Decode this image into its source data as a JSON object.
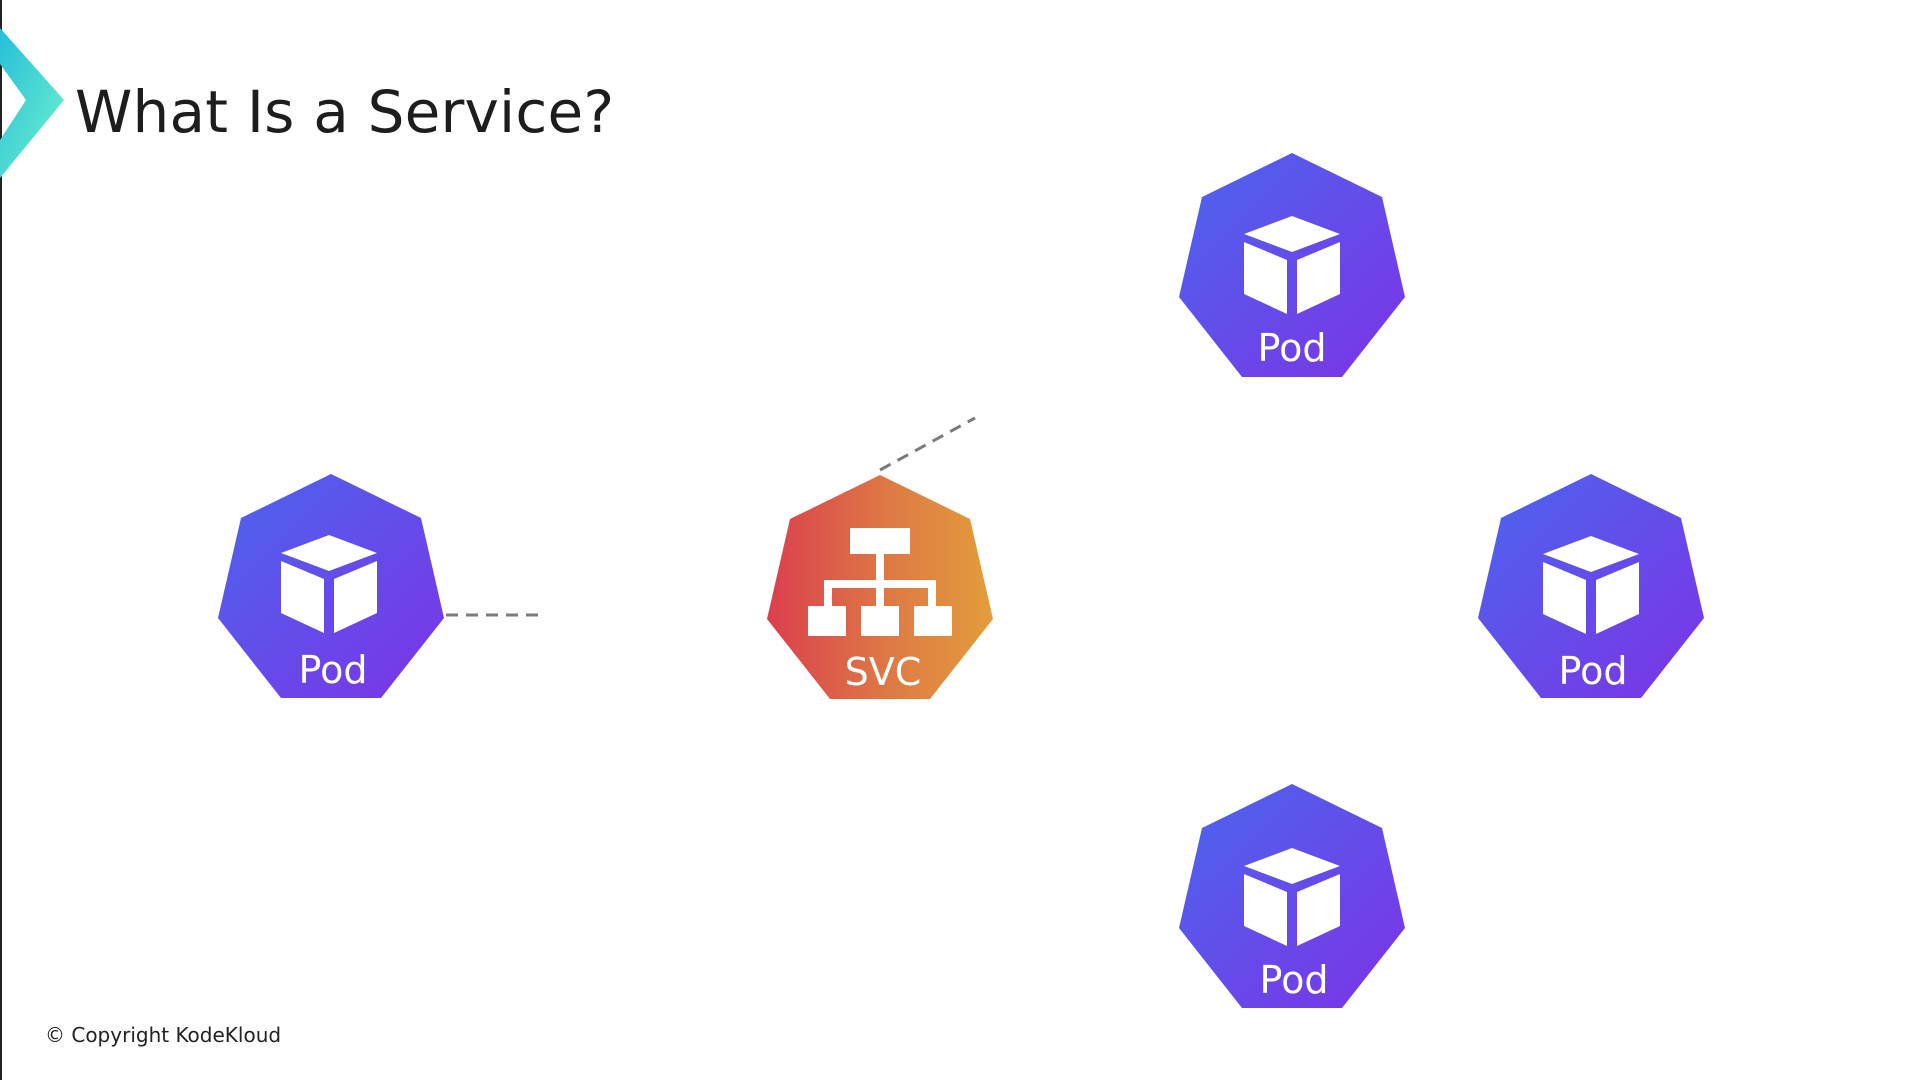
{
  "slide": {
    "title": "What Is a Service?",
    "footer": "© Copyright KodeKloud"
  },
  "diagram": {
    "service": {
      "label": "SVC",
      "icon": "network-hierarchy-icon"
    },
    "pods": [
      {
        "id": "pod-left",
        "label": "Pod",
        "icon": "cube-icon"
      },
      {
        "id": "pod-top",
        "label": "Pod",
        "icon": "cube-icon"
      },
      {
        "id": "pod-right",
        "label": "Pod",
        "icon": "cube-icon"
      },
      {
        "id": "pod-bottom",
        "label": "Pod",
        "icon": "cube-icon"
      }
    ],
    "connections": [
      {
        "from": "pod-left",
        "to": "service",
        "style": "dashed"
      },
      {
        "from": "service",
        "to": "pod-top",
        "style": "dashed"
      }
    ]
  },
  "colors": {
    "pod_gradient": [
      "#4f63ee",
      "#7b35e6"
    ],
    "svc_gradient": [
      "#dc3f4b",
      "#e09a3c"
    ],
    "brand_gradient": [
      "#27c6d9",
      "#6df3cf"
    ],
    "connector": "#7a7a7a"
  }
}
